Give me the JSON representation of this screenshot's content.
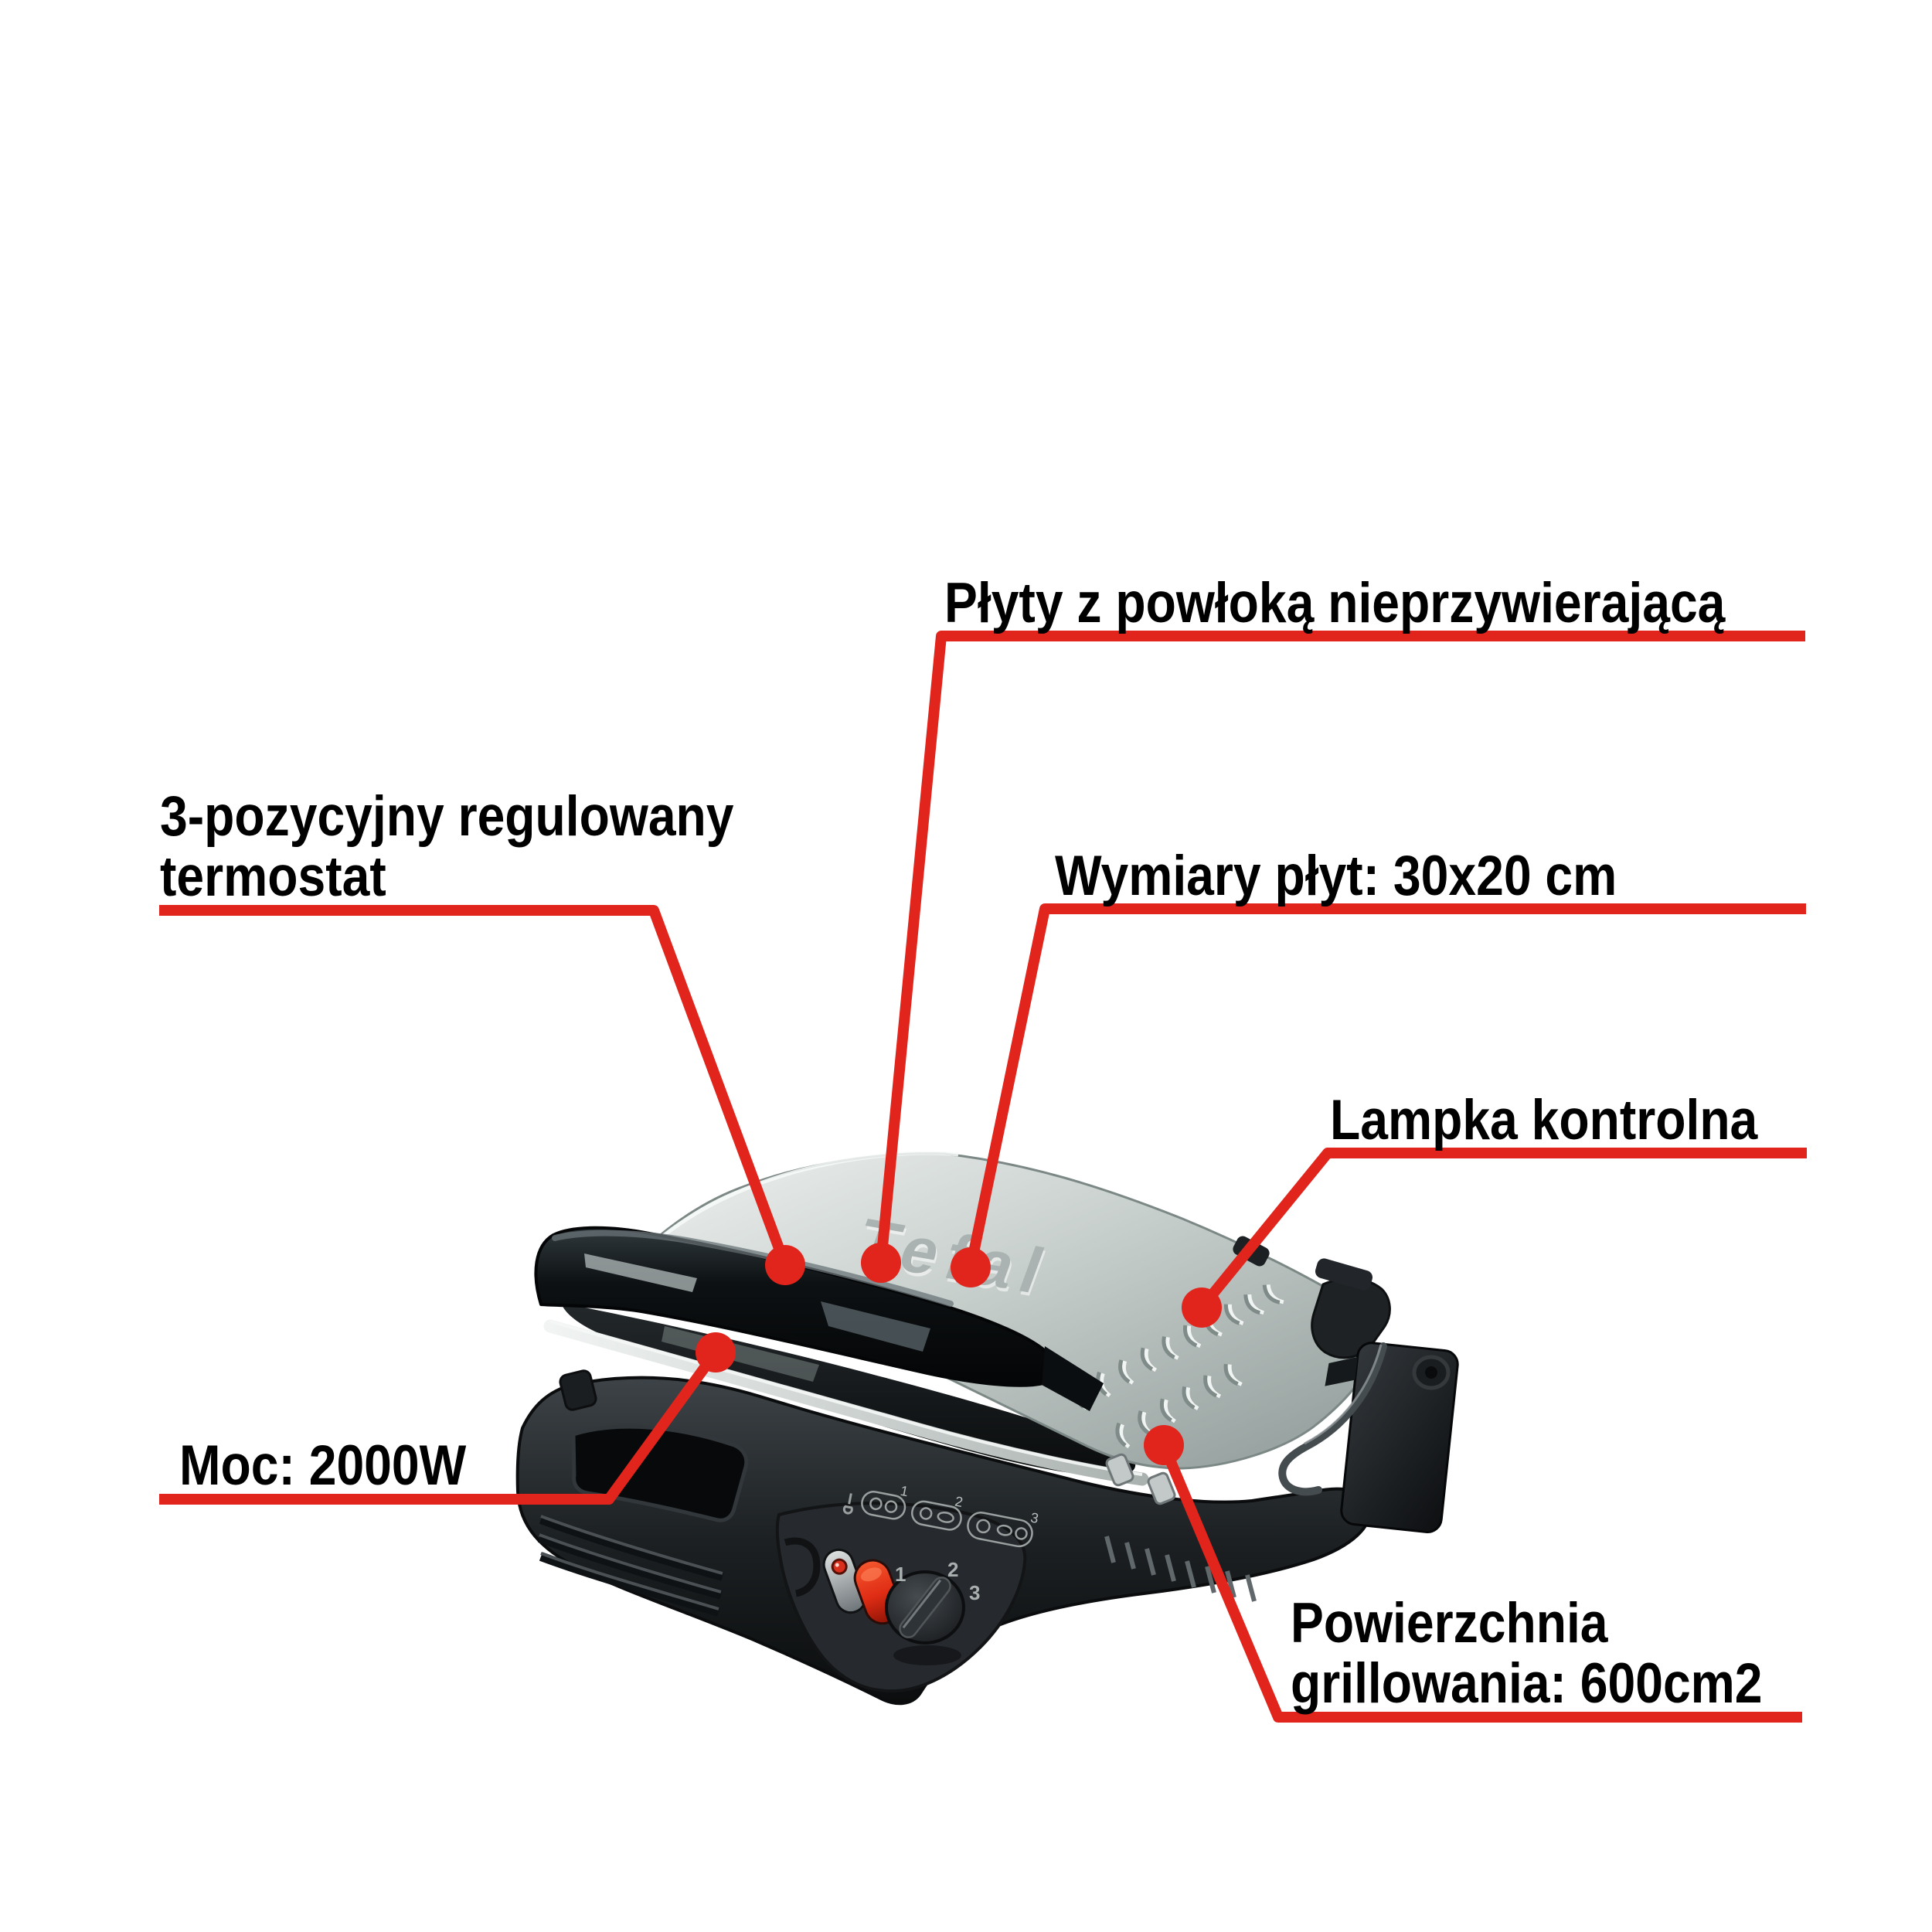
{
  "background": "#ffffff",
  "annotation": {
    "line_color": "#e1251c",
    "text_color": "#000000"
  },
  "product": {
    "brand": "Tefal",
    "type": "contact grill"
  },
  "callouts": [
    {
      "id": "nonstick-plates",
      "lines": [
        "Płyty z powłoką nieprzywierającą"
      ]
    },
    {
      "id": "plate-dimensions",
      "lines": [
        "Wymiary płyt: 30x20 cm"
      ]
    },
    {
      "id": "thermostat",
      "lines": [
        "3-pozycyjny regulowany",
        "termostat"
      ]
    },
    {
      "id": "indicator-light",
      "lines": [
        "Lampka kontrolna"
      ]
    },
    {
      "id": "power",
      "lines": [
        "Moc: 2000W"
      ]
    },
    {
      "id": "grilling-area",
      "lines": [
        "Powierzchnia",
        "grillowania: 600cm2"
      ]
    }
  ],
  "control_panel": {
    "thermostat_positions": [
      "1",
      "2",
      "3"
    ],
    "icon_strip_numbers": [
      "1",
      "2",
      "3"
    ]
  }
}
